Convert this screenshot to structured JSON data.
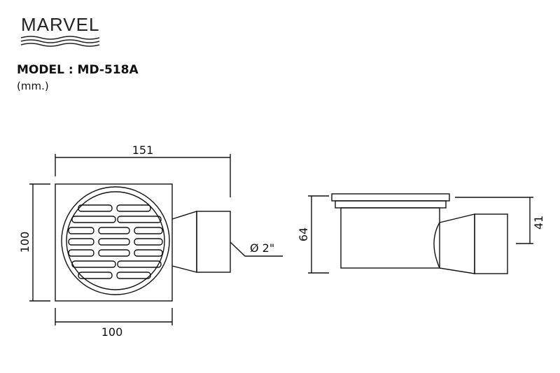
{
  "brand": {
    "name": "MARVEL",
    "logo_icon": "wave-logo-icon"
  },
  "header": {
    "model": "MODEL : MD-518A",
    "unit": "(mm.)"
  },
  "dimensions": {
    "top_width": "151",
    "left_height": "100",
    "bottom_width": "100",
    "outlet_diameter": "Ø 2\"",
    "side_height": "64",
    "side_outlet_height": "41"
  },
  "colors": {
    "line": "#111111",
    "fill": "#ffffff"
  }
}
